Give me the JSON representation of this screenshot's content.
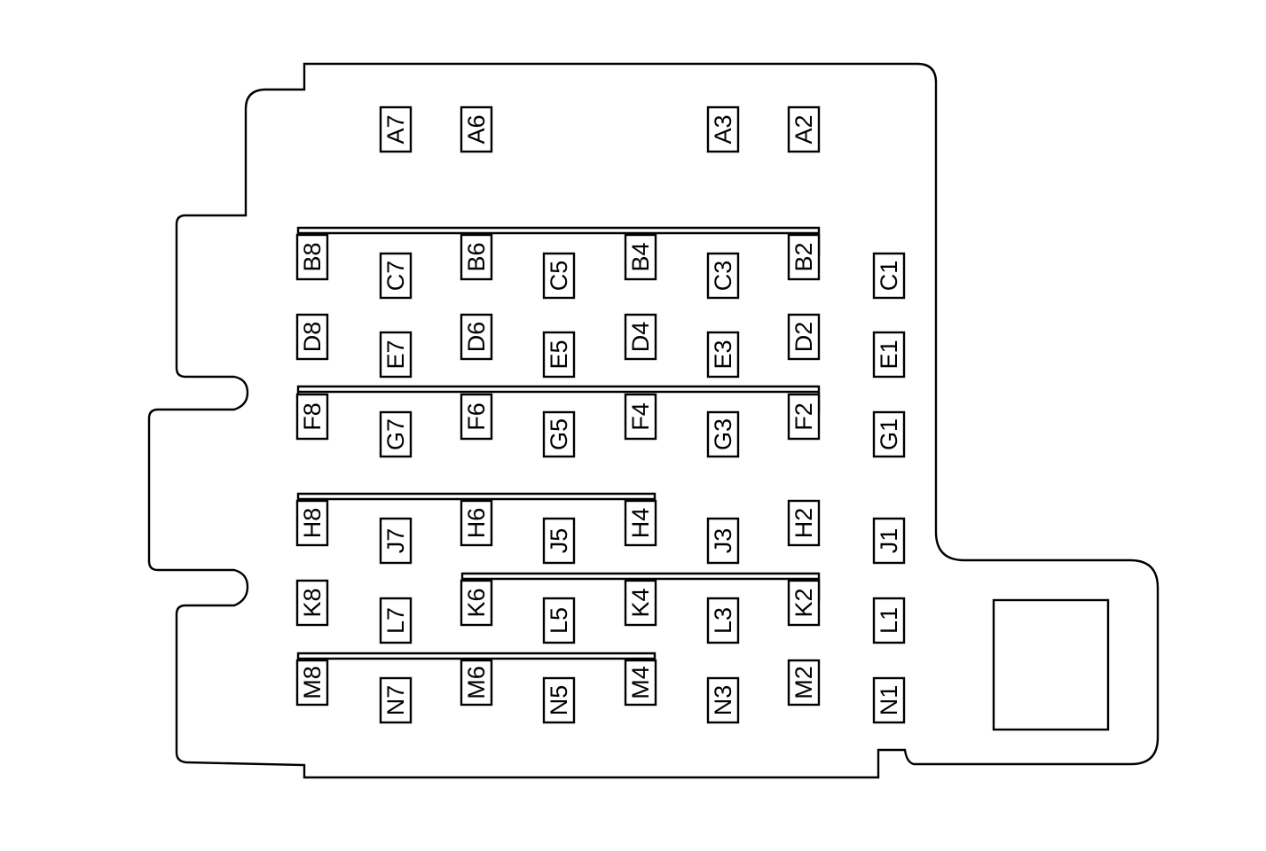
{
  "diagram": {
    "cells": [
      {
        "label": "A7"
      },
      {
        "label": "A6"
      },
      {
        "label": "A3"
      },
      {
        "label": "A2"
      },
      {
        "label": "B8"
      },
      {
        "label": "C7"
      },
      {
        "label": "B6"
      },
      {
        "label": "C5"
      },
      {
        "label": "B4"
      },
      {
        "label": "C3"
      },
      {
        "label": "B2"
      },
      {
        "label": "C1"
      },
      {
        "label": "D8"
      },
      {
        "label": "E7"
      },
      {
        "label": "D6"
      },
      {
        "label": "E5"
      },
      {
        "label": "D4"
      },
      {
        "label": "E3"
      },
      {
        "label": "D2"
      },
      {
        "label": "E1"
      },
      {
        "label": "F8"
      },
      {
        "label": "G7"
      },
      {
        "label": "F6"
      },
      {
        "label": "G5"
      },
      {
        "label": "F4"
      },
      {
        "label": "G3"
      },
      {
        "label": "F2"
      },
      {
        "label": "G1"
      },
      {
        "label": "H8"
      },
      {
        "label": "J7"
      },
      {
        "label": "H6"
      },
      {
        "label": "J5"
      },
      {
        "label": "H4"
      },
      {
        "label": "J3"
      },
      {
        "label": "H2"
      },
      {
        "label": "J1"
      },
      {
        "label": "K8"
      },
      {
        "label": "L7"
      },
      {
        "label": "K6"
      },
      {
        "label": "L5"
      },
      {
        "label": "K4"
      },
      {
        "label": "L3"
      },
      {
        "label": "K2"
      },
      {
        "label": "L1"
      },
      {
        "label": "M8"
      },
      {
        "label": "N7"
      },
      {
        "label": "M6"
      },
      {
        "label": "N5"
      },
      {
        "label": "M4"
      },
      {
        "label": "N3"
      },
      {
        "label": "M2"
      },
      {
        "label": "N1"
      }
    ],
    "colors": {
      "stroke": "#000000",
      "background": "#ffffff"
    }
  }
}
